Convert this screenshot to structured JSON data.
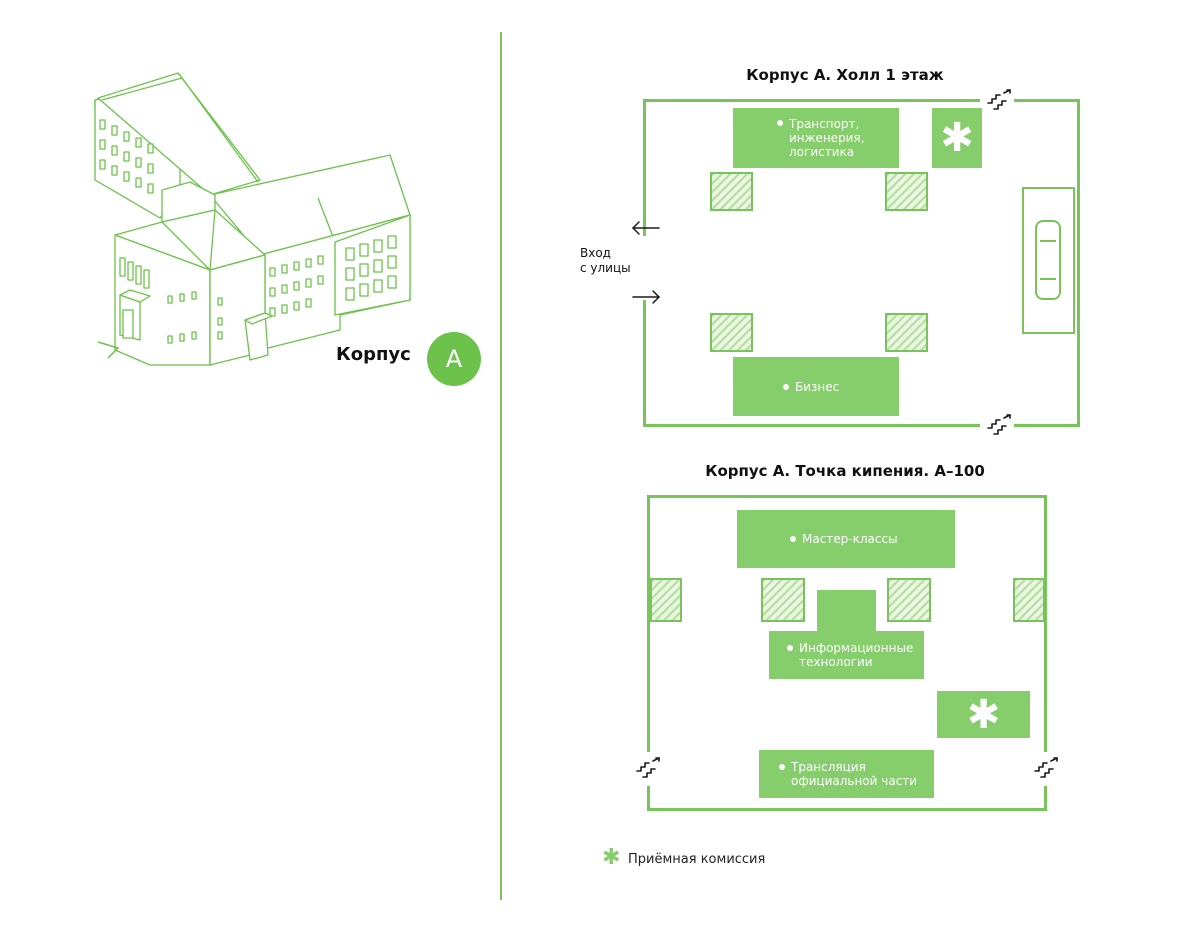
{
  "building": {
    "label": "Корпус",
    "letter": "A"
  },
  "plan1": {
    "title": "Корпус А. Холл 1 этаж",
    "zones": {
      "transport": "Транспорт,\nинженерия,\nлогистика",
      "business": "Бизнес"
    },
    "entry": "Вход\nс улицы"
  },
  "plan2": {
    "title": "Корпус А. Точка кипения. А–100",
    "zones": {
      "masterclasses": "Мастер-классы",
      "it": "Информационные\nтехнологии",
      "broadcast": "Трансляция\nофициальной части"
    }
  },
  "legend": {
    "admissions": "Приёмная комиссия"
  },
  "colors": {
    "accent": "#6cc24a",
    "zone": "#86cd6c",
    "line": "#78c45a"
  },
  "icons": {
    "admissions": "asterisk-icon",
    "stairs": "stairs-icon",
    "arrow": "arrow-icon"
  }
}
